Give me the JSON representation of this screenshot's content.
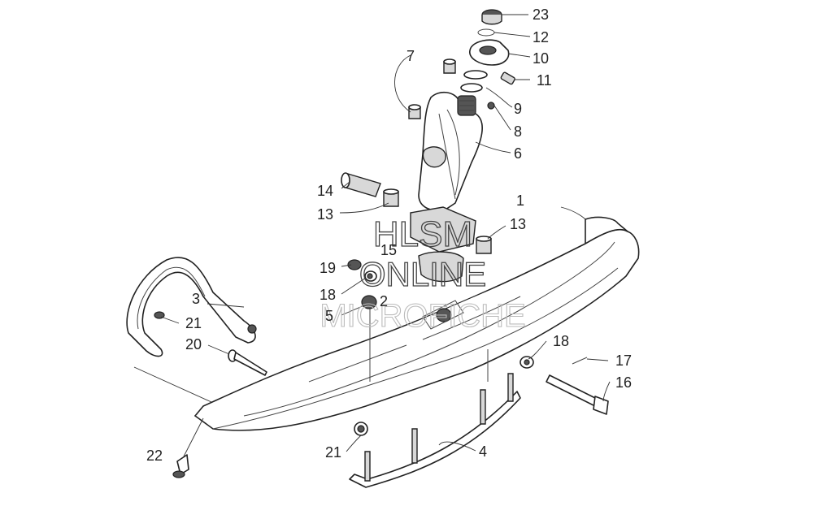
{
  "watermark": {
    "line1": "HLSM",
    "line2": "ONLINE",
    "line3": "MICROFICHE"
  },
  "callouts": {
    "c23": "23",
    "c12": "12",
    "c10": "10",
    "c11": "11",
    "c7": "7",
    "c9": "9",
    "c8": "8",
    "c6": "6",
    "c1": "1",
    "c14": "14",
    "c13a": "13",
    "c13b": "13",
    "c15": "15",
    "c19": "19",
    "c18a": "18",
    "c3": "3",
    "c21a": "21",
    "c5": "5",
    "c2": "2",
    "c20": "20",
    "c18b": "18",
    "c17": "17",
    "c16": "16",
    "c22": "22",
    "c21b": "21",
    "c4": "4"
  }
}
